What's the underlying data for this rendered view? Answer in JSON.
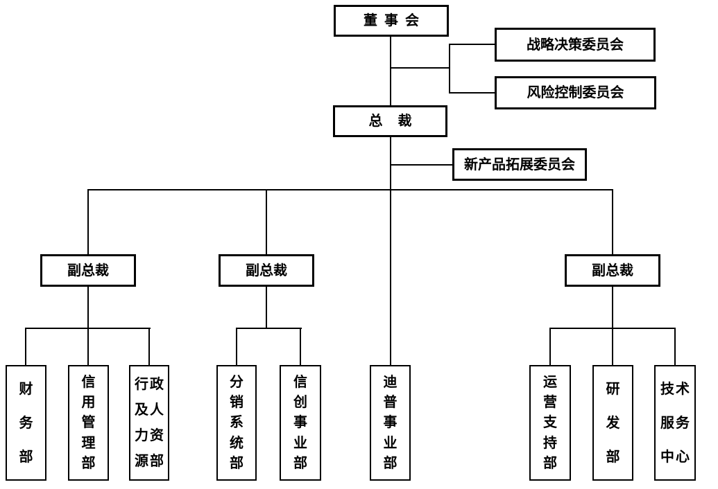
{
  "colors": {
    "background": "#ffffff",
    "line": "#000000",
    "box_border": "#000000",
    "text": "#000000"
  },
  "nodes": {
    "board": {
      "label": "董事会"
    },
    "strategy_committee": {
      "label": "战略决策委员会"
    },
    "risk_committee": {
      "label": "风险控制委员会"
    },
    "president": {
      "label": "总裁"
    },
    "new_product_committee": {
      "label": "新产品拓展委员会"
    },
    "vp_left": {
      "label": "副总裁"
    },
    "vp_middle": {
      "label": "副总裁"
    },
    "vp_right": {
      "label": "副总裁"
    },
    "dept_finance": {
      "label": "财务部",
      "lines": [
        "财",
        "务",
        "部"
      ]
    },
    "dept_credit_management": {
      "label": "信用管理部",
      "lines": [
        "信",
        "用",
        "管",
        "理",
        "部"
      ]
    },
    "dept_admin_hr": {
      "label": "行政及人力资源部",
      "lines": [
        "行政",
        "及人",
        "力资",
        "源部"
      ]
    },
    "dept_distribution_system": {
      "label": "分销系统部",
      "lines": [
        "分",
        "销",
        "系",
        "统",
        "部"
      ]
    },
    "dept_xinchuang_business": {
      "label": "信创事业部",
      "lines": [
        "信",
        "创",
        "事",
        "业",
        "部"
      ]
    },
    "dept_dipu_business": {
      "label": "迪普事业部",
      "lines": [
        "迪",
        "普",
        "事",
        "业",
        "部"
      ]
    },
    "dept_operations_support": {
      "label": "运营支持部",
      "lines": [
        "运",
        "营",
        "支",
        "持",
        "部"
      ]
    },
    "dept_rnd": {
      "label": "研发部",
      "lines": [
        "研",
        "发",
        "部"
      ]
    },
    "dept_tech_service_center": {
      "label": "技术服务中心",
      "lines": [
        "技术",
        "服务",
        "中心"
      ]
    }
  },
  "edges": [
    {
      "from": "board",
      "to": "president",
      "type": "direct"
    },
    {
      "from": "board",
      "to": "strategy_committee",
      "type": "side-branch"
    },
    {
      "from": "board",
      "to": "risk_committee",
      "type": "side-branch"
    },
    {
      "from": "president",
      "to": "new_product_committee",
      "type": "side-branch"
    },
    {
      "from": "president",
      "to": "vp_left",
      "type": "direct"
    },
    {
      "from": "president",
      "to": "vp_middle",
      "type": "direct"
    },
    {
      "from": "president",
      "to": "vp_right",
      "type": "direct"
    },
    {
      "from": "president",
      "to": "dept_dipu_business",
      "type": "direct"
    },
    {
      "from": "vp_left",
      "to": "dept_finance",
      "type": "direct"
    },
    {
      "from": "vp_left",
      "to": "dept_credit_management",
      "type": "direct"
    },
    {
      "from": "vp_left",
      "to": "dept_admin_hr",
      "type": "direct"
    },
    {
      "from": "vp_middle",
      "to": "dept_distribution_system",
      "type": "direct"
    },
    {
      "from": "vp_middle",
      "to": "dept_xinchuang_business",
      "type": "direct"
    },
    {
      "from": "vp_right",
      "to": "dept_operations_support",
      "type": "direct"
    },
    {
      "from": "vp_right",
      "to": "dept_rnd",
      "type": "direct"
    },
    {
      "from": "vp_right",
      "to": "dept_tech_service_center",
      "type": "direct"
    }
  ]
}
